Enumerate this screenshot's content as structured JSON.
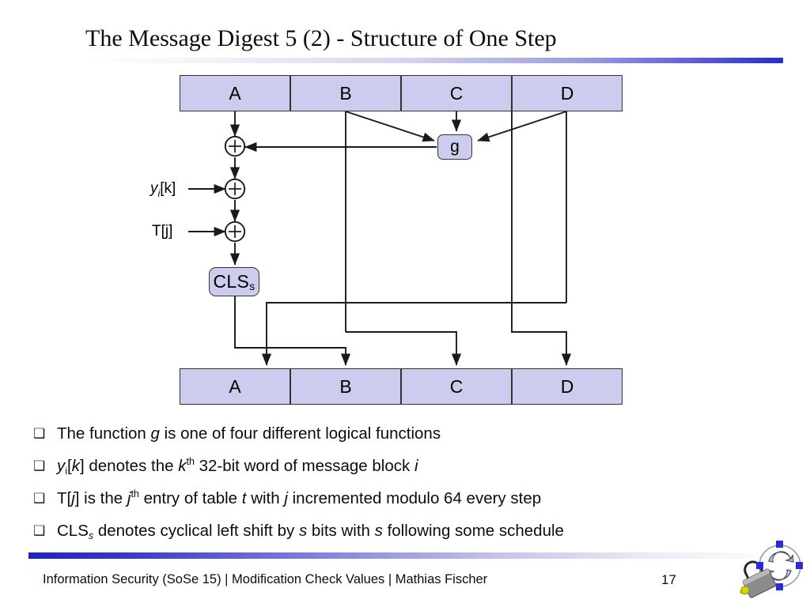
{
  "slide": {
    "title": "The Message Digest 5 (2) - Structure of One Step",
    "accent_color": "#2121c4",
    "box_fill": "#ccccee",
    "box_border": "#333333"
  },
  "diagram": {
    "top_row": [
      {
        "label": "A"
      },
      {
        "label": "B"
      },
      {
        "label": "C"
      },
      {
        "label": "D"
      }
    ],
    "bottom_row": [
      {
        "label": "A"
      },
      {
        "label": "B"
      },
      {
        "label": "C"
      },
      {
        "label": "D"
      }
    ],
    "function_box": {
      "label": "g"
    },
    "shift_box": {
      "label": "CLS",
      "subscript": "s"
    },
    "adders": [
      {
        "name": "adder-g",
        "symbol": "+"
      },
      {
        "name": "adder-yik",
        "symbol": "+"
      },
      {
        "name": "adder-tj",
        "symbol": "+"
      }
    ],
    "inputs": [
      {
        "name": "input-yik",
        "base": "y",
        "sub": "i",
        "rest": "[k]"
      },
      {
        "name": "input-tj",
        "base": "T",
        "rest": "[j]"
      }
    ]
  },
  "bullets": [
    {
      "marker": "❑",
      "parts": [
        {
          "t": "The function ",
          "style": "normal"
        },
        {
          "t": "g",
          "style": "italic"
        },
        {
          "t": " is one of four different logical functions",
          "style": "normal"
        }
      ]
    },
    {
      "marker": "❑",
      "parts": [
        {
          "t": "y",
          "style": "italic"
        },
        {
          "t": "i",
          "style": "sub"
        },
        {
          "t": "[",
          "style": "normal"
        },
        {
          "t": "k",
          "style": "italic"
        },
        {
          "t": "] denotes the ",
          "style": "normal"
        },
        {
          "t": "k",
          "style": "italic"
        },
        {
          "t": "th",
          "style": "sup"
        },
        {
          "t": " 32-bit word of message block ",
          "style": "normal"
        },
        {
          "t": "i",
          "style": "italic"
        }
      ]
    },
    {
      "marker": "❑",
      "parts": [
        {
          "t": "T[",
          "style": "normal"
        },
        {
          "t": "j",
          "style": "italic"
        },
        {
          "t": "] is the ",
          "style": "normal"
        },
        {
          "t": "j",
          "style": "italic"
        },
        {
          "t": "th",
          "style": "sup"
        },
        {
          "t": " entry of table ",
          "style": "normal"
        },
        {
          "t": "t",
          "style": "italic"
        },
        {
          "t": " with ",
          "style": "normal"
        },
        {
          "t": "j",
          "style": "italic"
        },
        {
          "t": " incremented modulo 64 every step",
          "style": "normal"
        }
      ]
    },
    {
      "marker": "❑",
      "parts": [
        {
          "t": "CLS",
          "style": "normal"
        },
        {
          "t": "s",
          "style": "subi"
        },
        {
          "t": " denotes cyclical left shift by ",
          "style": "normal"
        },
        {
          "t": "s",
          "style": "italic"
        },
        {
          "t": " bits with ",
          "style": "normal"
        },
        {
          "t": "s",
          "style": "italic"
        },
        {
          "t": " following some schedule",
          "style": "normal"
        }
      ]
    }
  ],
  "footer": {
    "text": "Information Security (SoSe 15) | Modification Check Values | Mathias Fischer",
    "page_number": "17",
    "logo_name": "padlock-refresh-logo"
  }
}
